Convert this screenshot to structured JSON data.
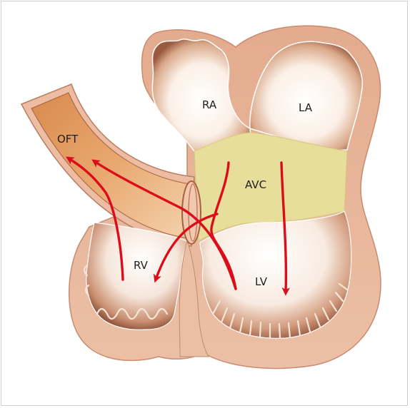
{
  "figure": {
    "labels": {
      "ra": "RA",
      "la": "LA",
      "avc": "AVC",
      "oft": "OFT",
      "rv": "RV",
      "lv": "LV"
    },
    "colors": {
      "wall": "#e9b89d",
      "wall_edge": "#b87d62",
      "chamber_light": "#fffaf6",
      "chamber_dark": "#8a4b35",
      "cushion": "#e8de9c",
      "oft_fill": "#e39a5f",
      "arrow": "#dc0d1a"
    }
  }
}
